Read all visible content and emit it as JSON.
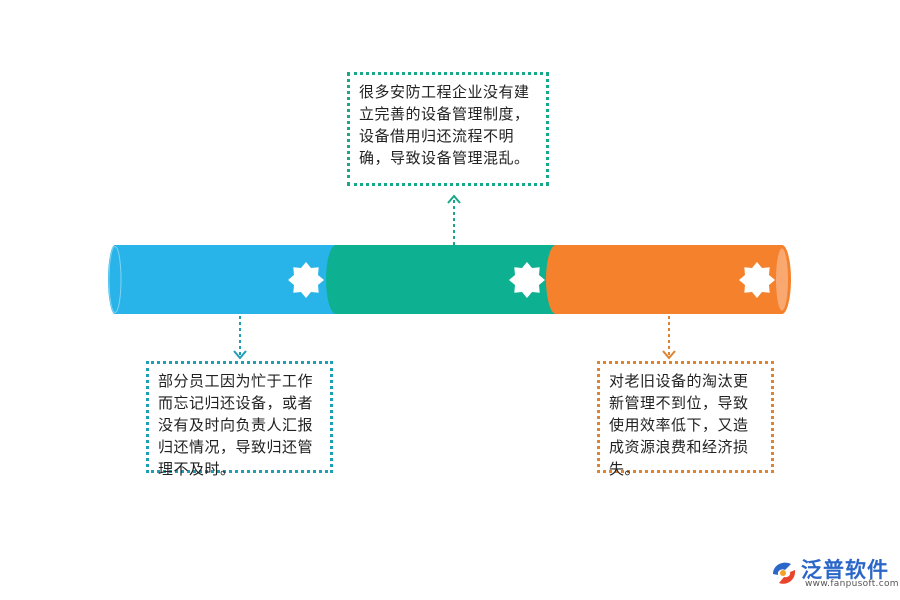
{
  "segments": [
    {
      "color": "#29b4e9",
      "name": "blue"
    },
    {
      "color": "#0db191",
      "name": "teal"
    },
    {
      "color": "#f5812d",
      "name": "orange"
    }
  ],
  "notes": {
    "top": {
      "text": "很多安防工程企业没有建立完善的设备管理制度，设备借用归还流程不明确，导致设备管理混乱。",
      "border_color": "#17a889"
    },
    "left": {
      "text": "部分员工因为忙于工作而忘记归还设备，或者没有及时向负责人汇报归还情况，导致归还管理不及时。",
      "border_color": "#1f9eb5"
    },
    "right": {
      "text": "对老旧设备的淘汰更新管理不到位，导致使用效率低下，又造成资源浪费和经济损失。",
      "border_color": "#e0832f"
    }
  },
  "logo": {
    "name": "泛普软件",
    "url": "www.fanpusoft.com",
    "icon": "fanpu-logo-icon"
  }
}
